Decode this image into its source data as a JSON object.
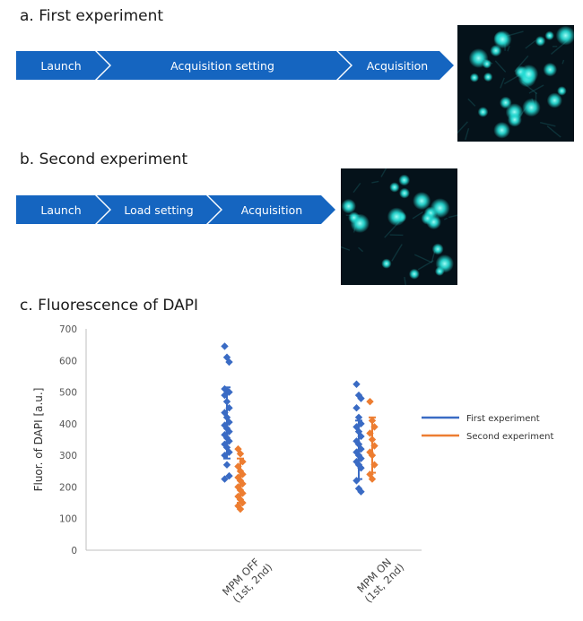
{
  "panel_a": {
    "title": "a. First experiment",
    "steps": [
      "Launch",
      "Acquisition setting",
      "Acquisition"
    ]
  },
  "panel_b": {
    "title": "b. Second experiment",
    "steps": [
      "Launch",
      "Load setting",
      "Acquisition"
    ]
  },
  "panel_c": {
    "title": "c. Fluorescence of DAPI"
  },
  "colors": {
    "arrow_fill": "#1565c0",
    "first_series": "#3a6bc4",
    "second_series": "#ed7d31",
    "cell_glow": "#27e0d8",
    "micro_bg": "#05121a"
  },
  "chart_data": {
    "type": "scatter",
    "title": "",
    "xlabel": "",
    "ylabel": "Fluor. of DAPI [a.u.]",
    "ylim": [
      0,
      700
    ],
    "yticks": [
      0,
      100,
      200,
      300,
      400,
      500,
      600,
      700
    ],
    "grid": false,
    "legend_position": "right",
    "categories": [
      "MPM OFF\n(1st, 2nd)",
      "MPM ON\n(1st, 2nd)"
    ],
    "series": [
      {
        "name": "First experiment",
        "marker": "diamond",
        "groups": [
          {
            "category": 0,
            "values": [
              645,
              610,
              595,
              510,
              505,
              500,
              490,
              470,
              450,
              435,
              420,
              405,
              395,
              385,
              375,
              365,
              355,
              345,
              335,
              325,
              310,
              300,
              270,
              235,
              225
            ],
            "mean": 395,
            "err_low": 290,
            "err_high": 515
          },
          {
            "category": 1,
            "values": [
              525,
              490,
              480,
              450,
              420,
              400,
              390,
              375,
              360,
              345,
              335,
              320,
              310,
              300,
              290,
              280,
              270,
              260,
              220,
              195,
              185
            ],
            "mean": 335,
            "err_low": 225,
            "err_high": 410
          }
        ]
      },
      {
        "name": "Second experiment",
        "marker": "diamond",
        "groups": [
          {
            "category": 0,
            "values": [
              320,
              305,
              280,
              265,
              250,
              240,
              230,
              220,
              210,
              200,
              190,
              180,
              170,
              160,
              150,
              140,
              130
            ],
            "mean": 225,
            "err_low": 150,
            "err_high": 290
          },
          {
            "category": 1,
            "values": [
              470,
              410,
              390,
              370,
              350,
              330,
              310,
              300,
              270,
              240,
              225
            ],
            "mean": 335,
            "err_low": 245,
            "err_high": 420
          }
        ]
      }
    ]
  }
}
